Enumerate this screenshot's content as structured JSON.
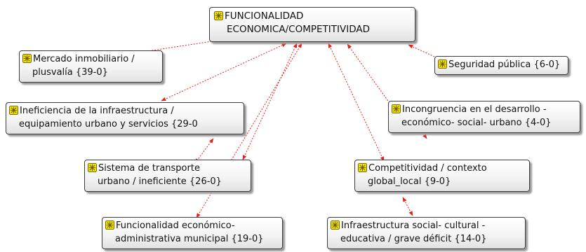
{
  "root": {
    "line1": "FUNCIONALIDAD",
    "line2": "ECONOMICA/COMPETITIVIDAD"
  },
  "nodes": [
    {
      "id": "mercado",
      "line1": "Mercado inmobiliario /",
      "line2": "plusvalía {39-0}"
    },
    {
      "id": "seguridad",
      "line1": "Seguridad pública {6-0}",
      "line2": ""
    },
    {
      "id": "ineficiencia",
      "line1": "Ineficiencia de la infraestructura /",
      "line2": "equipamiento urbano y servicios {29-0"
    },
    {
      "id": "incongruencia",
      "line1": "Incongruencia en el desarrollo -",
      "line2": "económico- social- urbano {4-0}"
    },
    {
      "id": "transporte",
      "line1": "Sistema de transporte",
      "line2": "urbano / ineficiente {26-0}"
    },
    {
      "id": "competitividad",
      "line1": "Competitividad / contexto",
      "line2": "global_local {9-0}"
    },
    {
      "id": "funcionalidad",
      "line1": "Funcionalidad económico-",
      "line2": "administrativa municipal {19-0}"
    },
    {
      "id": "infraestructura",
      "line1": "Infraestructura social- cultural -",
      "line2": "educativa / grave déficit {14-0}"
    }
  ],
  "style": {
    "link_color": "#e8201c",
    "icon_fill": "#f4e200",
    "icon_border": "#6b6100"
  }
}
